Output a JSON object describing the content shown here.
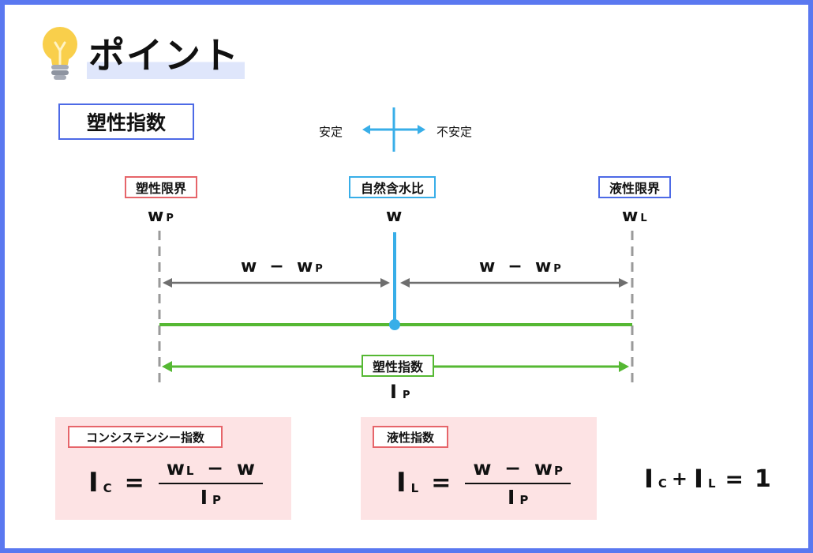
{
  "heading": "ポイント",
  "subject": "塑性指数",
  "stability": {
    "left": "安定",
    "right": "不安定"
  },
  "markers": {
    "plastic": {
      "label": "塑性限界",
      "symbol": "w",
      "sub": "P"
    },
    "natural": {
      "label": "自然含水比",
      "symbol": "w"
    },
    "liquid": {
      "label": "液性限界",
      "symbol": "w",
      "sub": "L"
    }
  },
  "ranges": {
    "left": {
      "symbol": "w",
      "minus": "−",
      "sym2": "w",
      "sub": "P"
    },
    "right": {
      "symbol": "w",
      "minus": "−",
      "sym2": "w",
      "sub": "P"
    }
  },
  "plasticity_index": {
    "label": "塑性指数",
    "symbol": "I",
    "sub": "P"
  },
  "consistency": {
    "label": "コンシステンシー指数",
    "lhs": "I",
    "lhs_sub": "C",
    "eq": "=",
    "num_w": "w",
    "num_sub": "L",
    "num_minus": "−",
    "num_w2": "w",
    "den": "I",
    "den_sub": "P"
  },
  "liquidity": {
    "label": "液性指数",
    "lhs": "I",
    "lhs_sub": "L",
    "eq": "=",
    "num_w": "w",
    "num_minus": "−",
    "num_w2": "w",
    "num_sub": "P",
    "den": "I",
    "den_sub": "P"
  },
  "relation": {
    "a": "I",
    "a_sub": "C",
    "plus": "+",
    "b": "I",
    "b_sub": "L",
    "eq": "=",
    "rhs": "1"
  },
  "colors": {
    "frame": "#5a78f0",
    "dashed": "#9a9a9a",
    "arrow_gray": "#6e6e6e",
    "green": "#55b833",
    "cyan": "#38aee8",
    "red": "#e6656a",
    "panel": "#fde3e4"
  }
}
